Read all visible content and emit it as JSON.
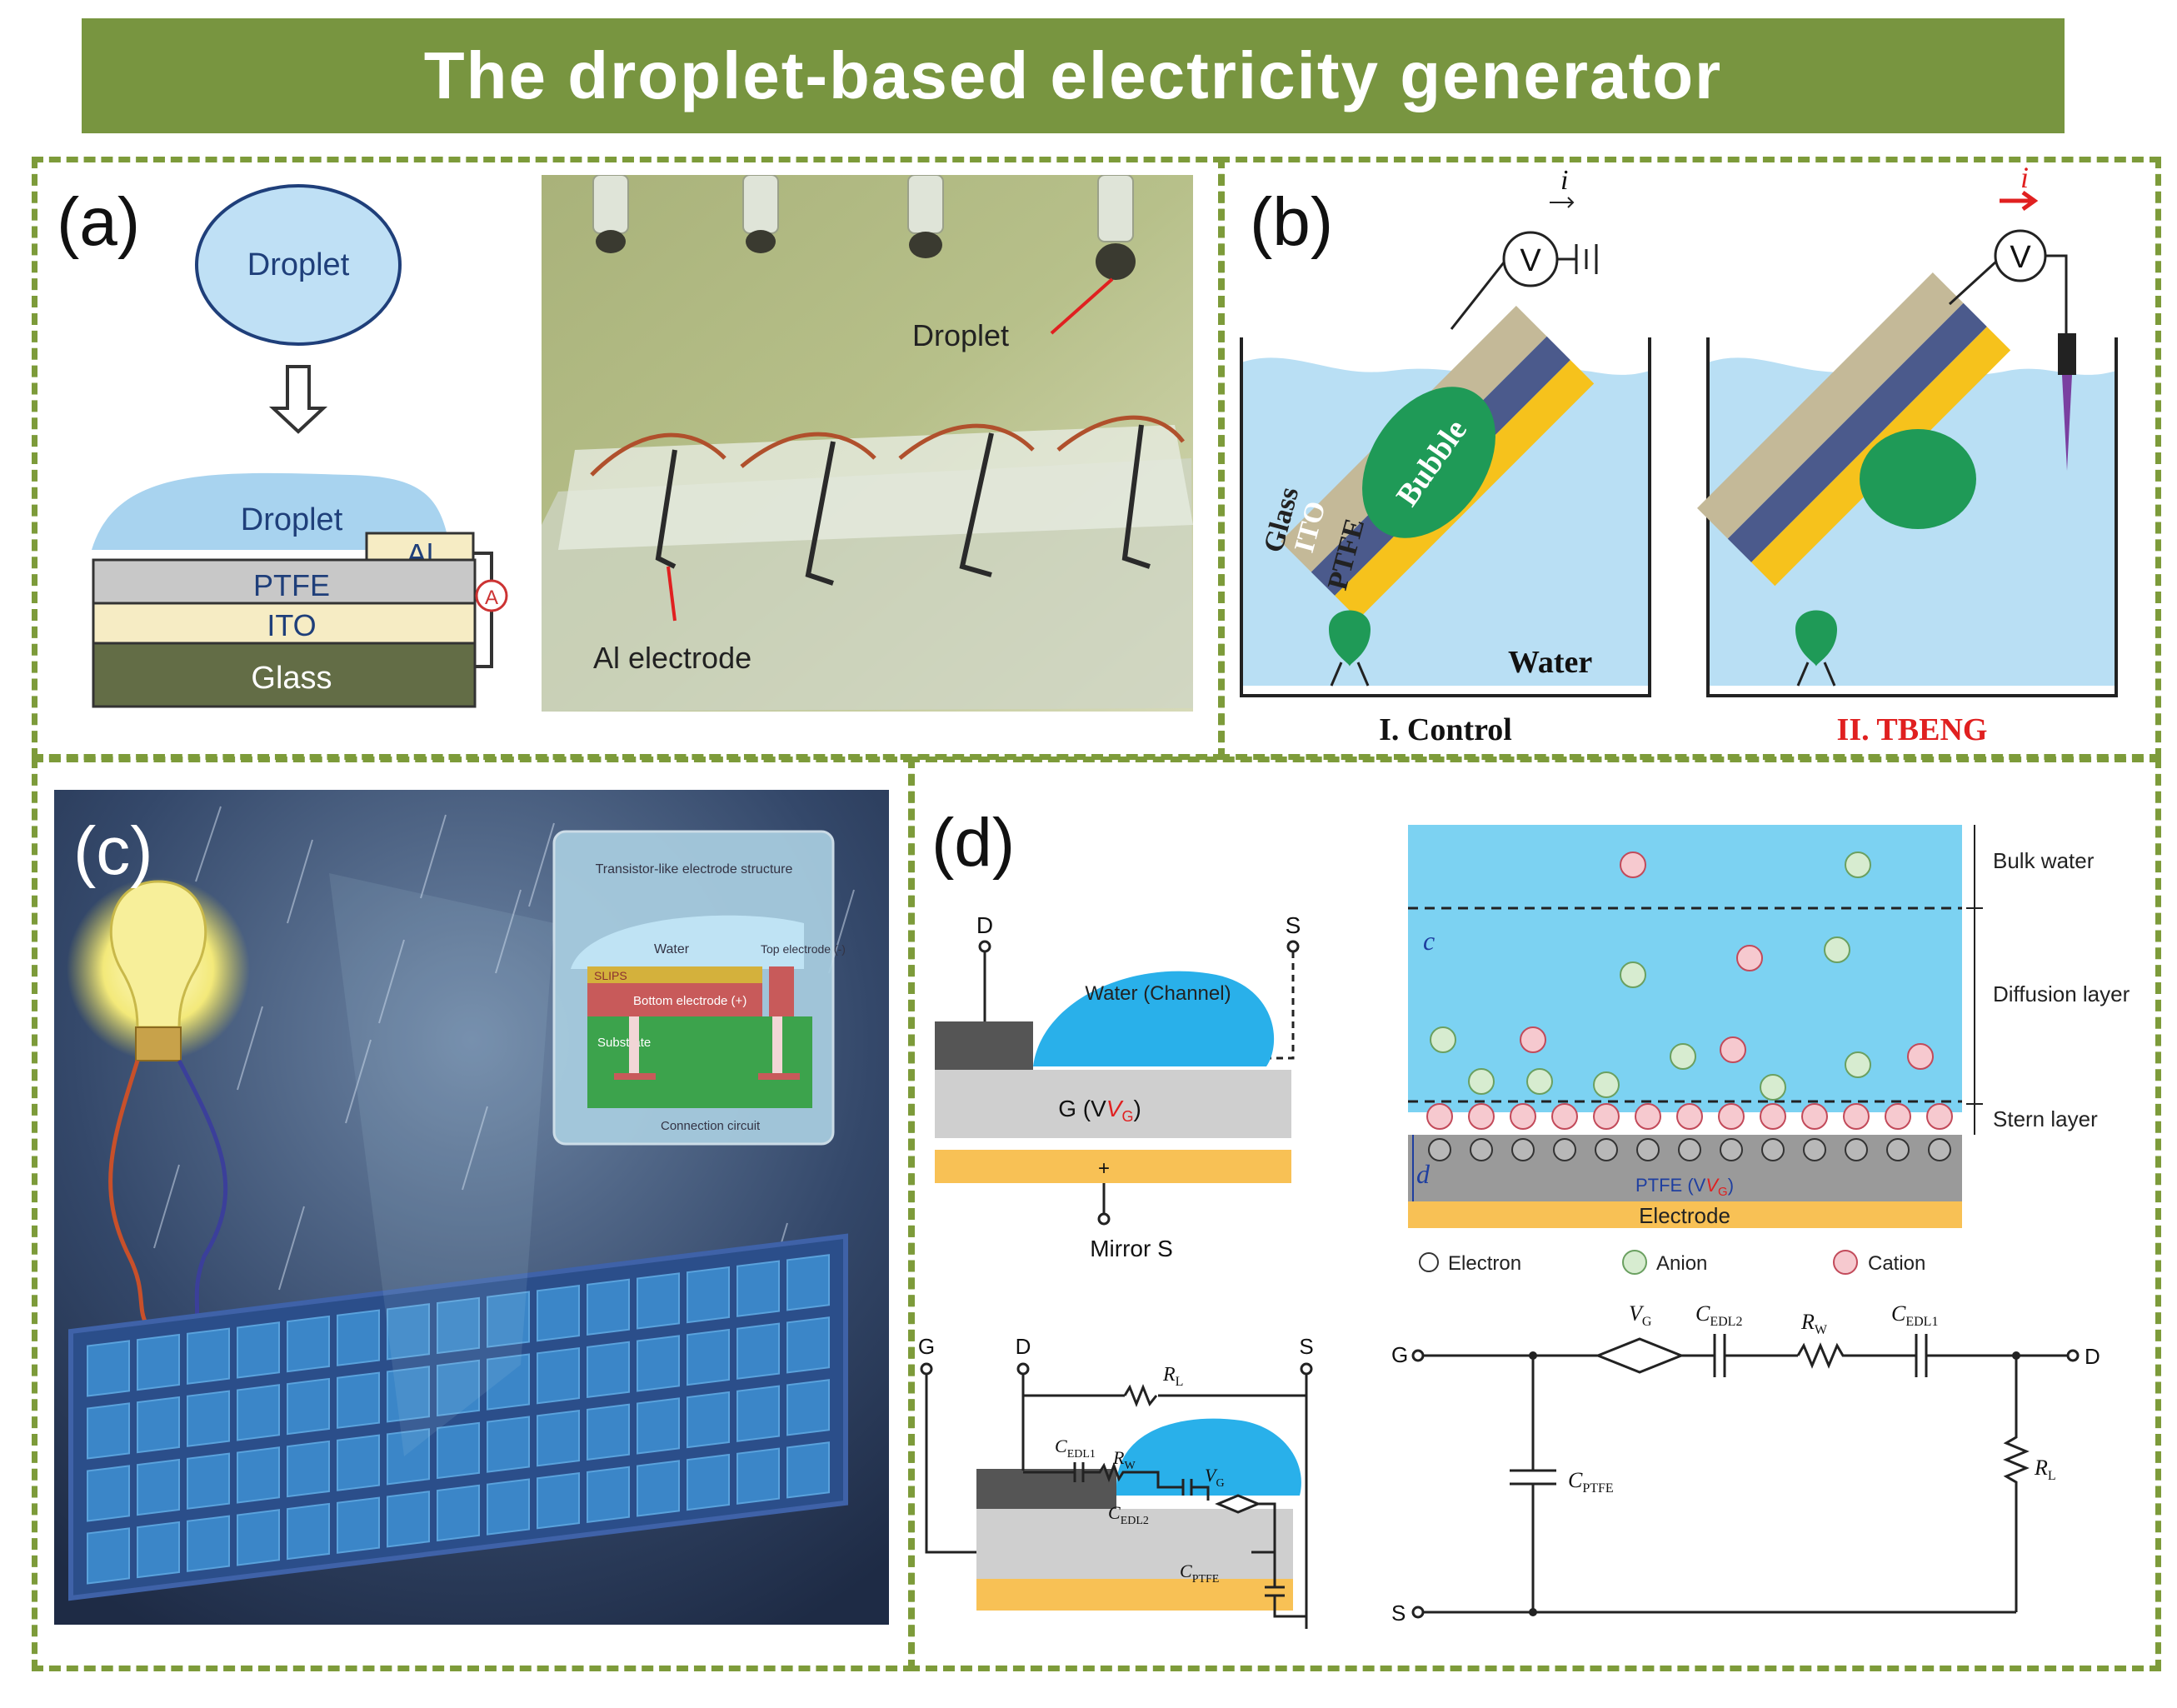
{
  "title": "The droplet-based electricity generator",
  "panel_a": {
    "label": "(a)",
    "droplet_top": "Droplet",
    "droplet_film": "Droplet",
    "al": "Al",
    "ammeter": "A",
    "ptfe": "PTFE",
    "ito": "ITO",
    "glass": "Glass",
    "photo_droplet": "Droplet",
    "photo_electrode": "Al electrode"
  },
  "panel_b": {
    "label": "(b)",
    "current": "i",
    "voltmeter": "V",
    "glass": "Glass",
    "ito": "ITO",
    "ptfe": "PTFE",
    "bubble": "Bubble",
    "water": "Water",
    "caption_control": "I. Control",
    "caption_tbeng": "II. TBENG"
  },
  "panel_c": {
    "label": "(c)",
    "inset_title": "Transistor-like electrode structure",
    "water": "Water",
    "top_electrode": "Top electrode (-)",
    "slips": "SLIPS",
    "bottom_electrode": "Bottom electrode (+)",
    "substrate": "Substrate",
    "connection": "Connection circuit"
  },
  "panel_d": {
    "label": "(d)",
    "d": "D",
    "s": "S",
    "g": "G",
    "water_channel": "Water (Channel)",
    "gate": "G (V",
    "gate_sub": "G",
    "mirror": "Mirror S",
    "bulk_water": "Bulk water",
    "diffusion_layer": "Diffusion layer",
    "stern_layer": "Stern layer",
    "c_symbol": "c",
    "d_symbol": "d",
    "ptfe_vg": "PTFE (V",
    "electrode": "Electrode",
    "legend_electron": "Electron",
    "legend_anion": "Anion",
    "legend_cation": "Cation",
    "rl": "R",
    "rl_sub": "L",
    "rw": "R",
    "rw_sub": "W",
    "vg": "V",
    "vg_sub": "G",
    "cedl1": "C",
    "cedl1_sub": "EDL1",
    "cedl2": "C",
    "cedl2_sub": "EDL2",
    "cptfe": "C",
    "cptfe_sub": "PTFE"
  },
  "colors": {
    "banner": "#789540",
    "frame": "#7d9b3a",
    "water": "#8fd3f0",
    "ptfe_yellow": "#f6c21c",
    "ito_blue": "#4b5a8c",
    "glass_tan": "#c4b998",
    "bubble_green": "#1f9a57",
    "tbeng_red": "#e02020"
  }
}
